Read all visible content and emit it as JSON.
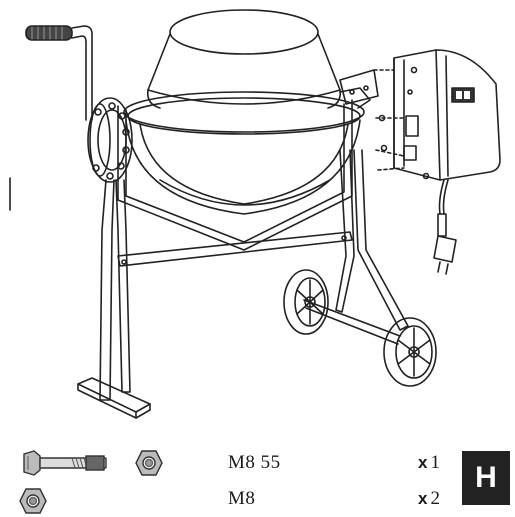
{
  "diagram": {
    "subject": "concrete-mixer-assembly"
  },
  "parts": [
    {
      "label": "M8 55",
      "quantity_prefix": "x",
      "quantity": "1"
    },
    {
      "label": "M8",
      "quantity_prefix": "x",
      "quantity": "2"
    }
  ],
  "section_letter": "H"
}
